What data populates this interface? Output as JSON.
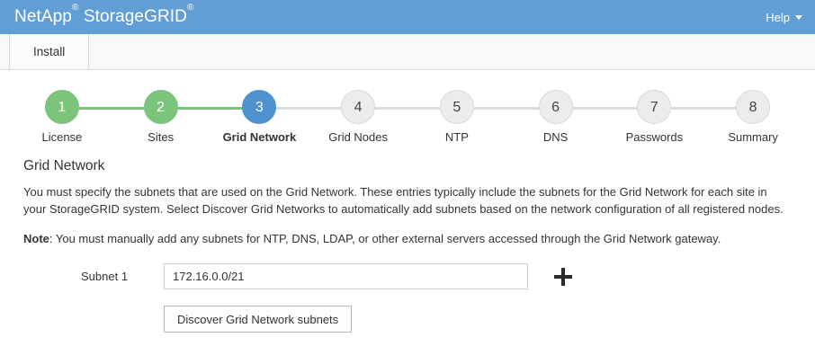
{
  "header": {
    "brand_part1": "NetApp",
    "brand_sup1": "®",
    "brand_part2": "StorageGRID",
    "brand_sup2": "®",
    "help_label": "Help",
    "background_color": "#629ed6"
  },
  "tabs": [
    {
      "label": "Install",
      "active": true
    }
  ],
  "wizard": {
    "steps": [
      {
        "number": "1",
        "label": "License",
        "state": "done"
      },
      {
        "number": "2",
        "label": "Sites",
        "state": "done"
      },
      {
        "number": "3",
        "label": "Grid Network",
        "state": "active"
      },
      {
        "number": "4",
        "label": "Grid Nodes",
        "state": "pending"
      },
      {
        "number": "5",
        "label": "NTP",
        "state": "pending"
      },
      {
        "number": "6",
        "label": "DNS",
        "state": "pending"
      },
      {
        "number": "7",
        "label": "Passwords",
        "state": "pending"
      },
      {
        "number": "8",
        "label": "Summary",
        "state": "pending"
      }
    ],
    "done_color": "#7ac47c",
    "active_color": "#4f92d0",
    "pending_color": "#ececec"
  },
  "main": {
    "section_title": "Grid Network",
    "description": "You must specify the subnets that are used on the Grid Network. These entries typically include the subnets for the Grid Network for each site in your StorageGRID system. Select Discover Grid Networks to automatically add subnets based on the network configuration of all registered nodes.",
    "note_prefix": "Note",
    "note_text": ": You must manually add any subnets for NTP, DNS, LDAP, or other external servers accessed through the Grid Network gateway.",
    "subnet_label": "Subnet 1",
    "subnet_value": "172.16.0.0/21",
    "subnet_placeholder": "",
    "add_icon": "plus-icon",
    "discover_button_label": "Discover Grid Network subnets"
  }
}
